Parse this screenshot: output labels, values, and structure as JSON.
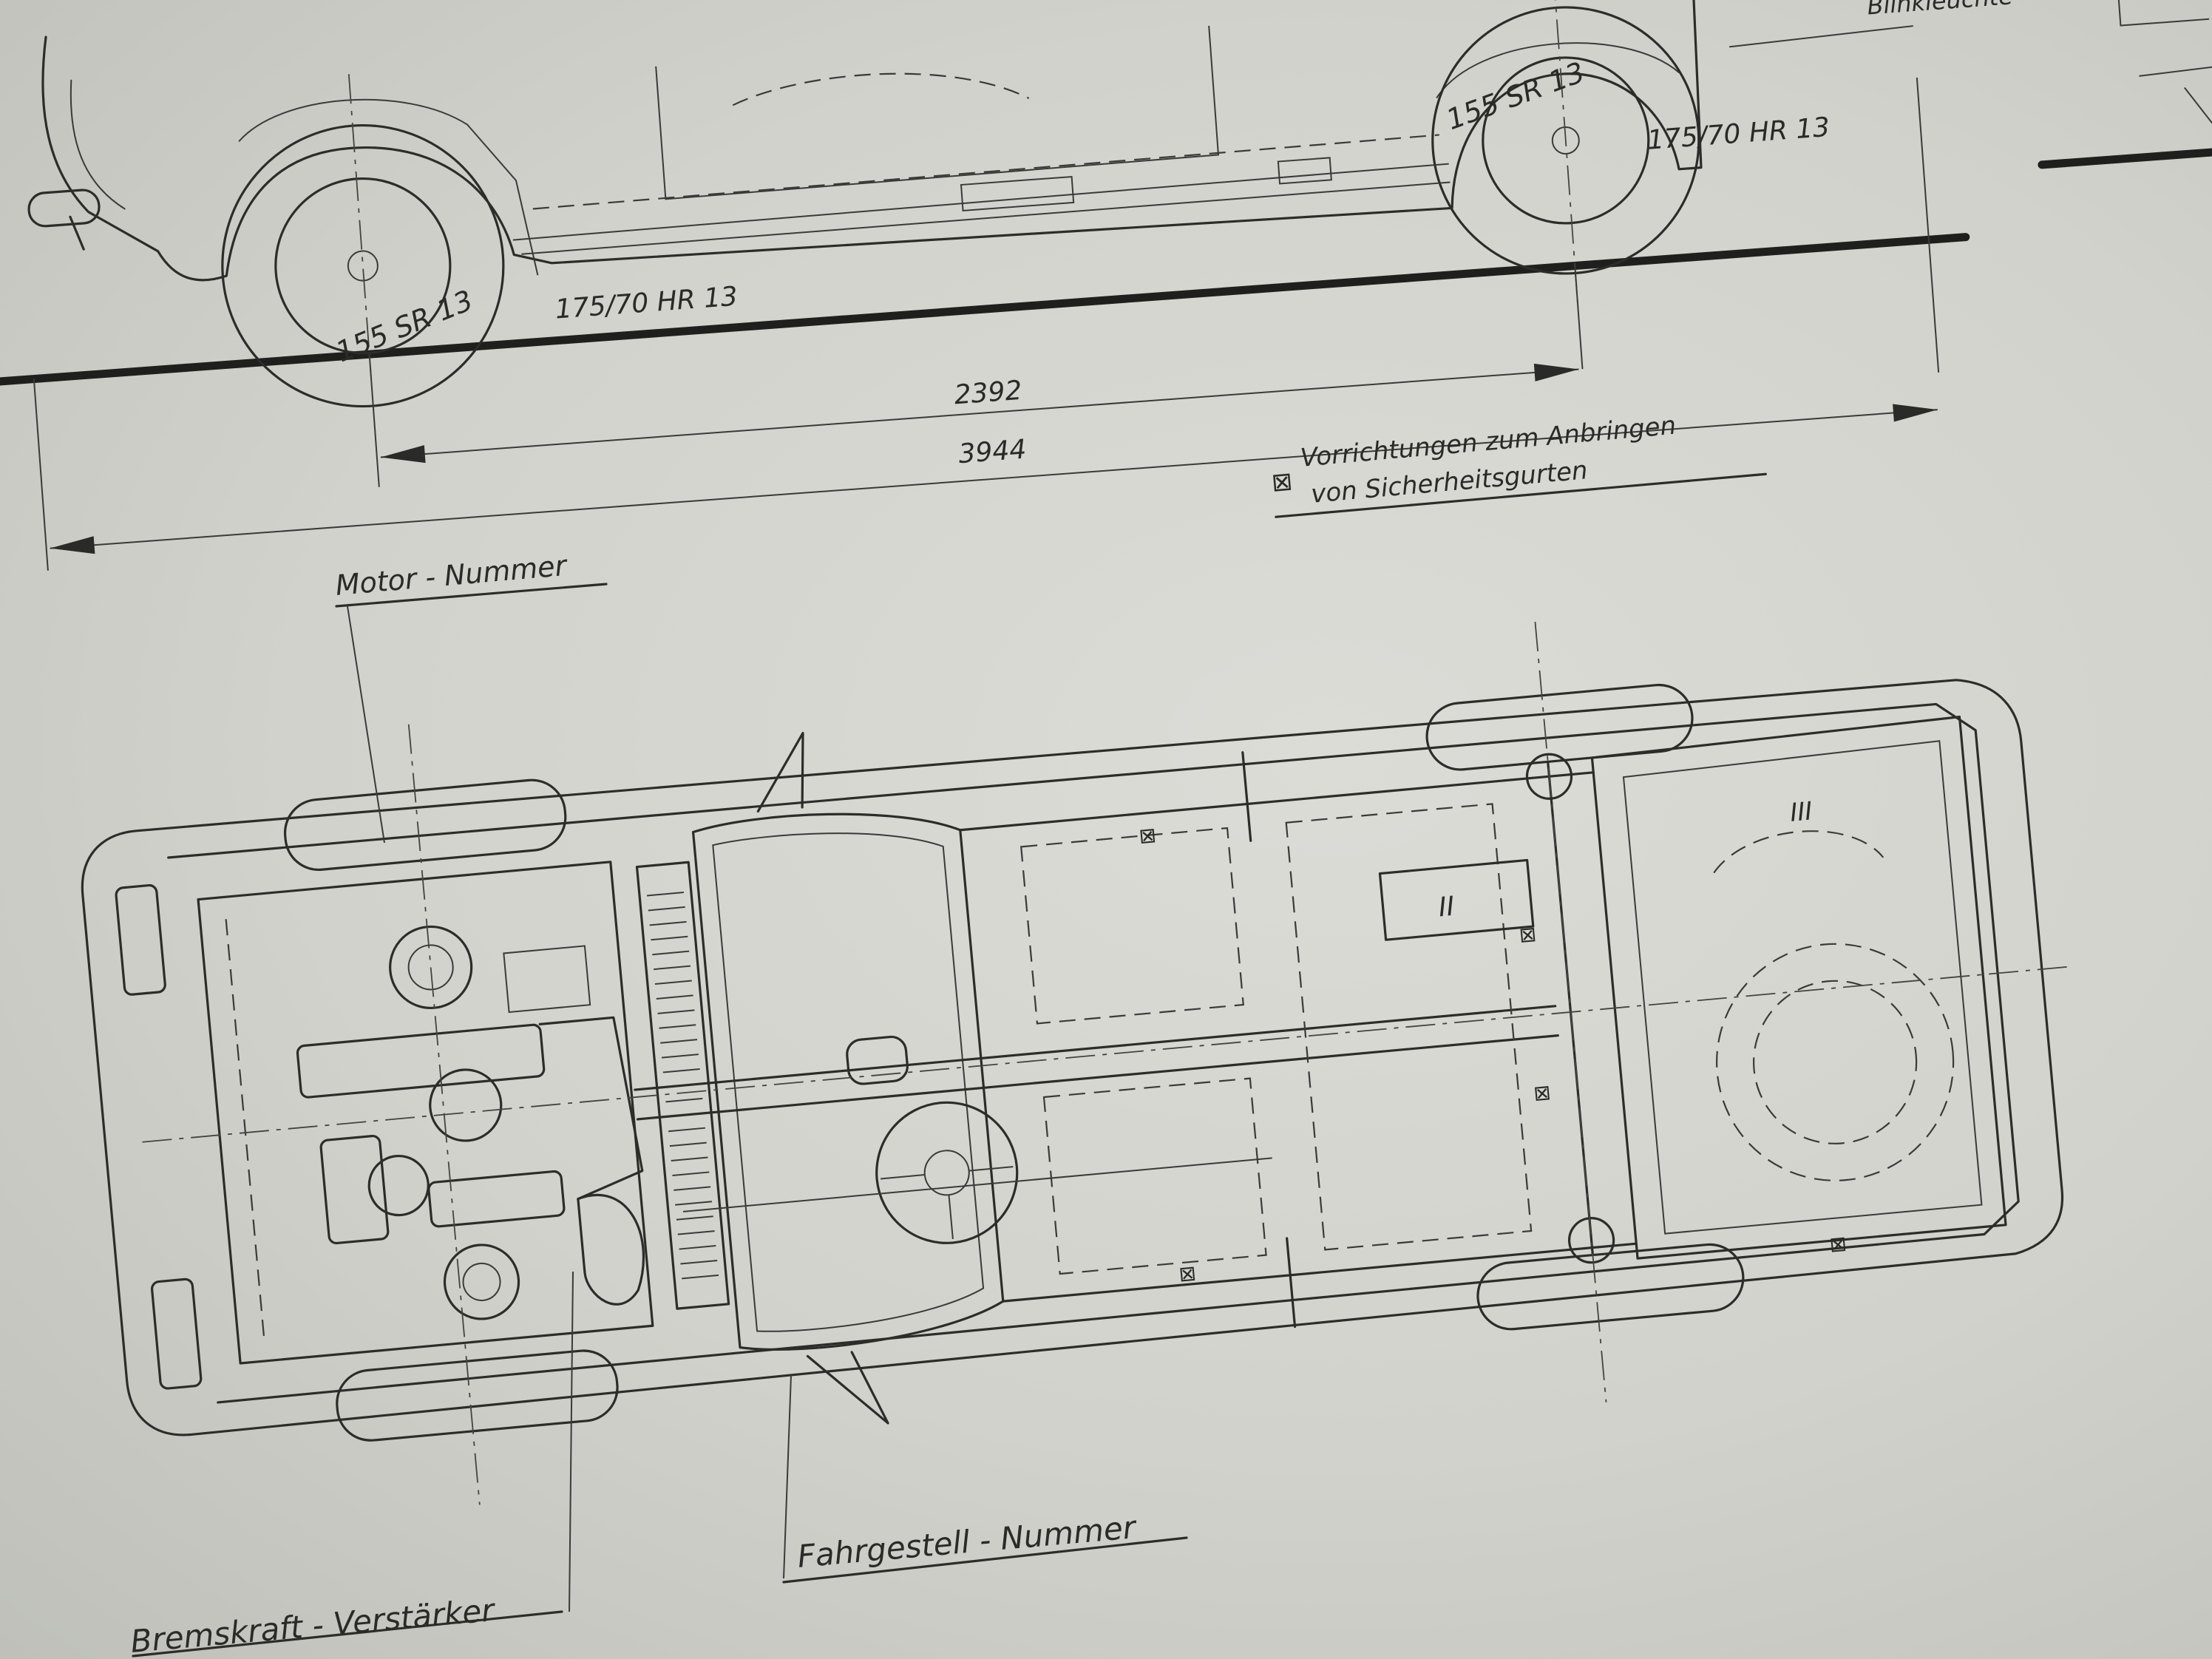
{
  "labels": {
    "blinkleuchte": "Blinkleuchte",
    "tire_front": "155 SR 13",
    "tire_front_alt": "175/70 HR 13",
    "tire_rear": "155 SR 13",
    "tire_rear_alt": "175/70 HR 13",
    "wheelbase": "2392",
    "overall_length": "3944",
    "belt_note_line1": "Vorrichtungen zum Anbringen",
    "belt_note_line2": "von Sicherheitsgurten",
    "motor_nummer": "Motor - Nummer",
    "fahrgestell_nummer": "Fahrgestell - Nummer",
    "bremskraft": "Bremskraft - Verstärker",
    "tank_mark_2": "II",
    "tank_mark_3": "III"
  }
}
